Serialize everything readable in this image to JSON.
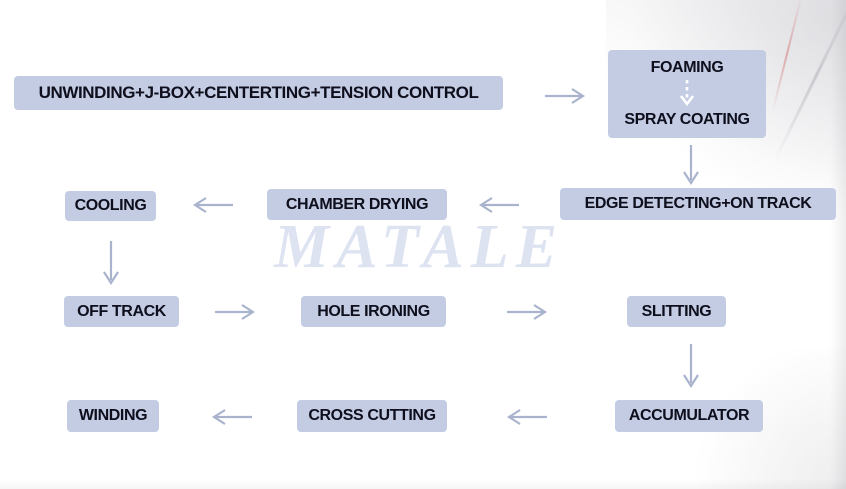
{
  "page": {
    "watermark": "MATALE",
    "type": "process-flow-diagram"
  },
  "colors": {
    "background": "#ffffff",
    "node_fill": "#c3cce3",
    "node_text": "#0e0e1c",
    "arrow": "#a9b3cd",
    "watermark_text": "#dde3f1",
    "inner_dashed_arrow": "#ffffff"
  },
  "nodes": {
    "unwinding": "UNWINDING+J-BOX+CENTERTING+TENSION CONTROL",
    "foaming": "FOAMING",
    "spray_coating": "SPRAY COATING",
    "edge_detecting": "EDGE DETECTING+ON TRACK",
    "chamber_drying": "CHAMBER DRYING",
    "cooling": "COOLING",
    "off_track": "OFF TRACK",
    "hole_ironing": "HOLE IRONING",
    "slitting": "SLITTING",
    "accumulator": "ACCUMULATOR",
    "cross_cutting": "CROSS CUTTING",
    "winding": "WINDING"
  },
  "flow_sequence": [
    "UNWINDING+J-BOX+CENTERTING+TENSION CONTROL",
    "FOAMING",
    "SPRAY COATING",
    "EDGE DETECTING+ON TRACK",
    "CHAMBER DRYING",
    "COOLING",
    "OFF TRACK",
    "HOLE IRONING",
    "SLITTING",
    "ACCUMULATOR",
    "CROSS CUTTING",
    "WINDING"
  ]
}
